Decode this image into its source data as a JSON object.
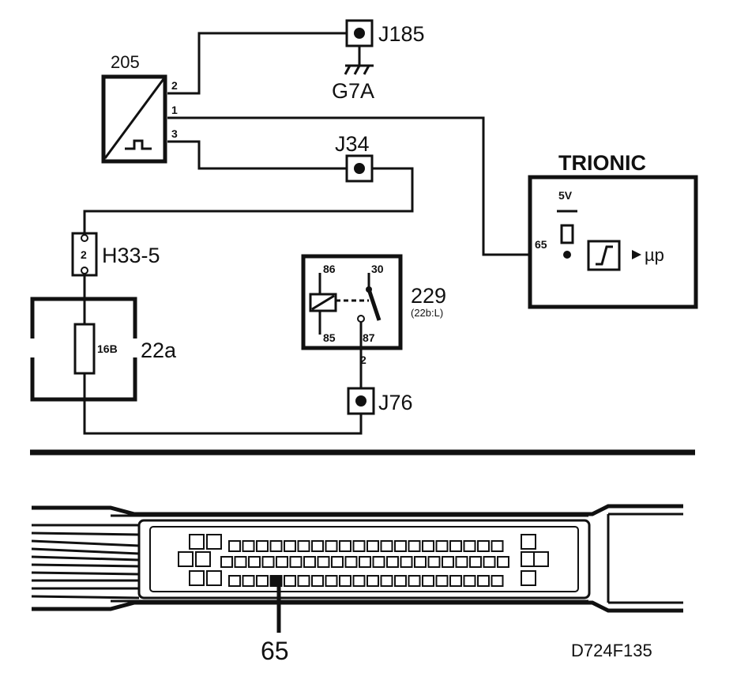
{
  "components": {
    "sensor": {
      "id": "205",
      "pins": [
        "2",
        "1",
        "3"
      ]
    },
    "ground_connector": {
      "id": "J185",
      "ground": "G7A"
    },
    "connector_j34": {
      "id": "J34"
    },
    "connector_h33": {
      "id": "H33-5",
      "pin": "2"
    },
    "fuse_box": {
      "id": "22a",
      "fuse": "16B"
    },
    "relay": {
      "id": "229",
      "sub": "(22b:L)",
      "pins": [
        "86",
        "30",
        "85",
        "87"
      ],
      "out_pin": "2"
    },
    "connector_j76": {
      "id": "J76"
    },
    "ecu": {
      "name": "TRIONIC",
      "supply": "5V",
      "pin": "65",
      "output": "µp"
    }
  },
  "connector_view": {
    "highlight_pin": "65"
  },
  "figure_code": "D724F135",
  "colors": {
    "ink": "#111111",
    "background": "#ffffff"
  }
}
